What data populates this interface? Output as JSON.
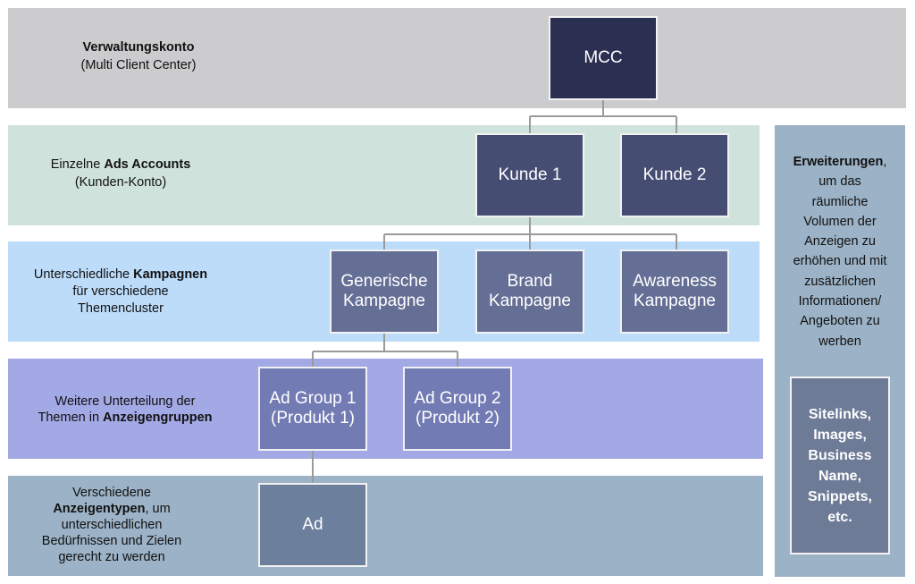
{
  "rows": {
    "verwaltung": {
      "bold": "Verwaltungskonto",
      "line2": "(Multi Client Center)"
    },
    "ads_accounts": {
      "prefix": "Einzelne ",
      "bold": "Ads Accounts",
      "line2": "(Kunden-Konto)"
    },
    "kampagnen": {
      "prefix": "Unterschiedliche ",
      "bold": "Kampagnen",
      "line2": "für verschiedene",
      "line3": "Themencluster"
    },
    "anzeigengruppen": {
      "line1": "Weitere Unterteilung der",
      "prefix": "Themen in ",
      "bold": "Anzeigengruppen"
    },
    "anzeigentypen": {
      "line1": "Verschiedene",
      "bold": "Anzeigentypen",
      "suffix": ", um",
      "line3": "unterschiedlichen",
      "line4": "Bedürfnissen und Zielen",
      "line5": "gerecht zu werden"
    }
  },
  "nodes": {
    "mcc": {
      "label": "MCC"
    },
    "kunde1": {
      "label": "Kunde 1"
    },
    "kunde2": {
      "label": "Kunde 2"
    },
    "generische": {
      "line1": "Generische",
      "line2": "Kampagne"
    },
    "brand": {
      "line1": "Brand",
      "line2": "Kampagne"
    },
    "awareness": {
      "line1": "Awareness",
      "line2": "Kampagne"
    },
    "adgroup1": {
      "line1": "Ad Group 1",
      "line2": "(Produkt 1)"
    },
    "adgroup2": {
      "line1": "Ad Group 2",
      "line2": "(Produkt 2)"
    },
    "ad": {
      "label": "Ad"
    }
  },
  "erweiterungen": {
    "bold": "Erweiterungen",
    "suffix": ",",
    "lines": [
      "um das",
      "räumliche",
      "Volumen der",
      "Anzeigen zu",
      "erhöhen und mit",
      "zusätzlichen",
      "Informationen/",
      "Angeboten zu",
      "werben"
    ],
    "box_lines": [
      "Sitelinks,",
      "Images,",
      "Business",
      "Name,",
      "Snippets,",
      "etc."
    ]
  },
  "colors": {
    "band_gray": "#cccbcd",
    "band_green": "#cfe3dc",
    "band_lightblue": "#bddcfa",
    "band_lavender": "#a3a9e5",
    "band_steel": "#9cb2c6",
    "mcc": "#2b2f52",
    "kunde": "#454d72",
    "kampagne": "#656f95",
    "adgroup": "#727bb3",
    "ad": "#6c7f9c",
    "connector": "#9a9a9a"
  }
}
